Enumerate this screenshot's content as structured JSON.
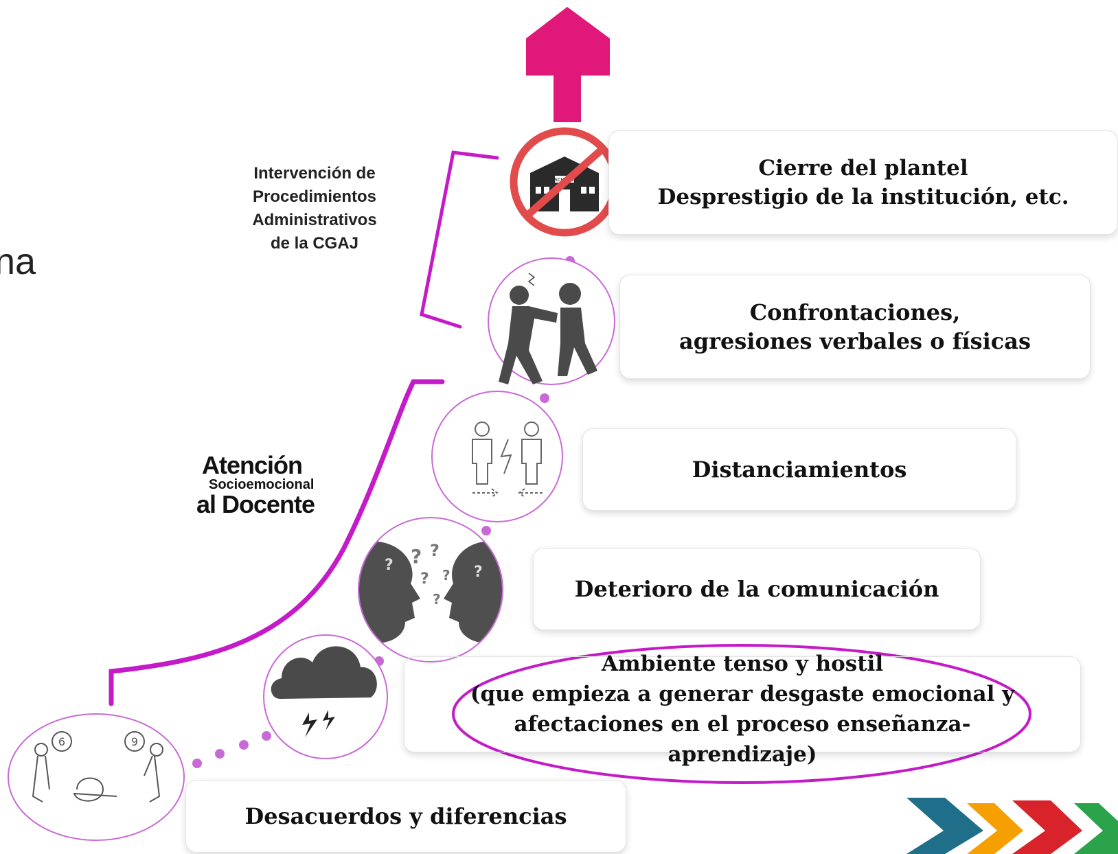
{
  "partial_title": "na",
  "levels": [
    {
      "id": "cierre",
      "lines": [
        "Cierre del plantel",
        "Desprestigio de la institución, etc."
      ],
      "icon": "school-closed-icon"
    },
    {
      "id": "confrontaciones",
      "lines": [
        "Confrontaciones,",
        "agresiones verbales o físicas"
      ],
      "icon": "fighting-people-icon"
    },
    {
      "id": "distanciamientos",
      "lines": [
        "Distanciamientos"
      ],
      "icon": "people-distancing-icon"
    },
    {
      "id": "deterioro",
      "lines": [
        "Deterioro de la comunicación"
      ],
      "icon": "confused-heads-icon"
    },
    {
      "id": "ambiente",
      "lines": [
        "Ambiente tenso y hostil",
        "(que empieza a generar desgaste emocional y",
        "afectaciones en el proceso enseñanza-",
        "aprendizaje)"
      ],
      "icon": "storm-cloud-icon"
    },
    {
      "id": "desacuerdos",
      "lines": [
        "Desacuerdos  y diferencias"
      ],
      "icon": "disagreement-icon"
    }
  ],
  "side_labels": {
    "intervencion": [
      "Intervención de",
      "Procedimientos",
      "Administrativos",
      "de la CGAJ"
    ],
    "atencion": {
      "line1": "Atención",
      "line2": "Socioemocional",
      "line3": "al Docente"
    }
  },
  "school_sign": "SCHOOL",
  "colors": {
    "accent": "#c41ac8",
    "arrow": "#e0187a",
    "dark": "#4a4a4a",
    "chevrons": [
      "#1f6f8b",
      "#f5a000",
      "#d8232a",
      "#2aa34a"
    ]
  }
}
